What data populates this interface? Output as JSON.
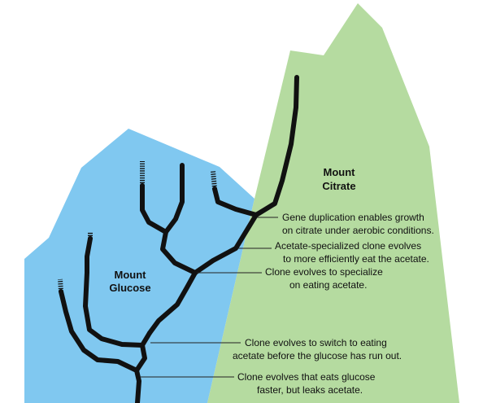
{
  "mountains": {
    "glucose": {
      "line1": "Mount",
      "line2": "Glucose",
      "color": "#80c8f0"
    },
    "citrate": {
      "line1": "Mount",
      "line2": "Citrate",
      "color": "#b5dba0"
    }
  },
  "annotations": [
    {
      "line1": "Gene duplication enables growth",
      "line2": "on citrate under aerobic conditions."
    },
    {
      "line1": "Acetate-specialized clone evolves",
      "line2": "to more efficiently eat the acetate."
    },
    {
      "line1": "Clone evolves to specialize",
      "line2": "on eating acetate."
    },
    {
      "line1": "Clone evolves to switch to eating",
      "line2": "acetate before the glucose has run out."
    },
    {
      "line1": "Clone evolves that eats glucose",
      "line2": "faster, but leaks acetate."
    }
  ]
}
